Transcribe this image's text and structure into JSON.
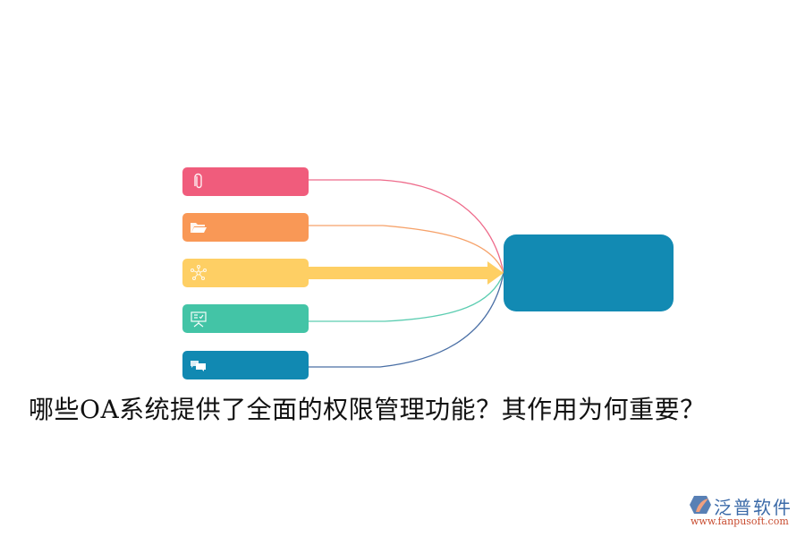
{
  "diagram": {
    "title": "哪些OA系统提供了全面的权限管理功能？其作用为何重要？",
    "cards": [
      {
        "icon": "paperclip-icon",
        "color": "#f05c7c",
        "line_color": "#ee6a8a"
      },
      {
        "icon": "folder-open-icon",
        "color": "#f99856",
        "line_color": "#f6a26a"
      },
      {
        "icon": "network-nodes-icon",
        "color": "#fecf64",
        "line_color": "#fecf64"
      },
      {
        "icon": "presentation-board-icon",
        "color": "#43c4a6",
        "line_color": "#5ccdb1"
      },
      {
        "icon": "chat-bubbles-icon",
        "color": "#1189b2",
        "line_color": "#4a6fa5"
      }
    ],
    "hub": {
      "color": "#128ab3"
    }
  },
  "logo": {
    "brand": "泛普软件",
    "url": "www.fanpusoft.com"
  }
}
